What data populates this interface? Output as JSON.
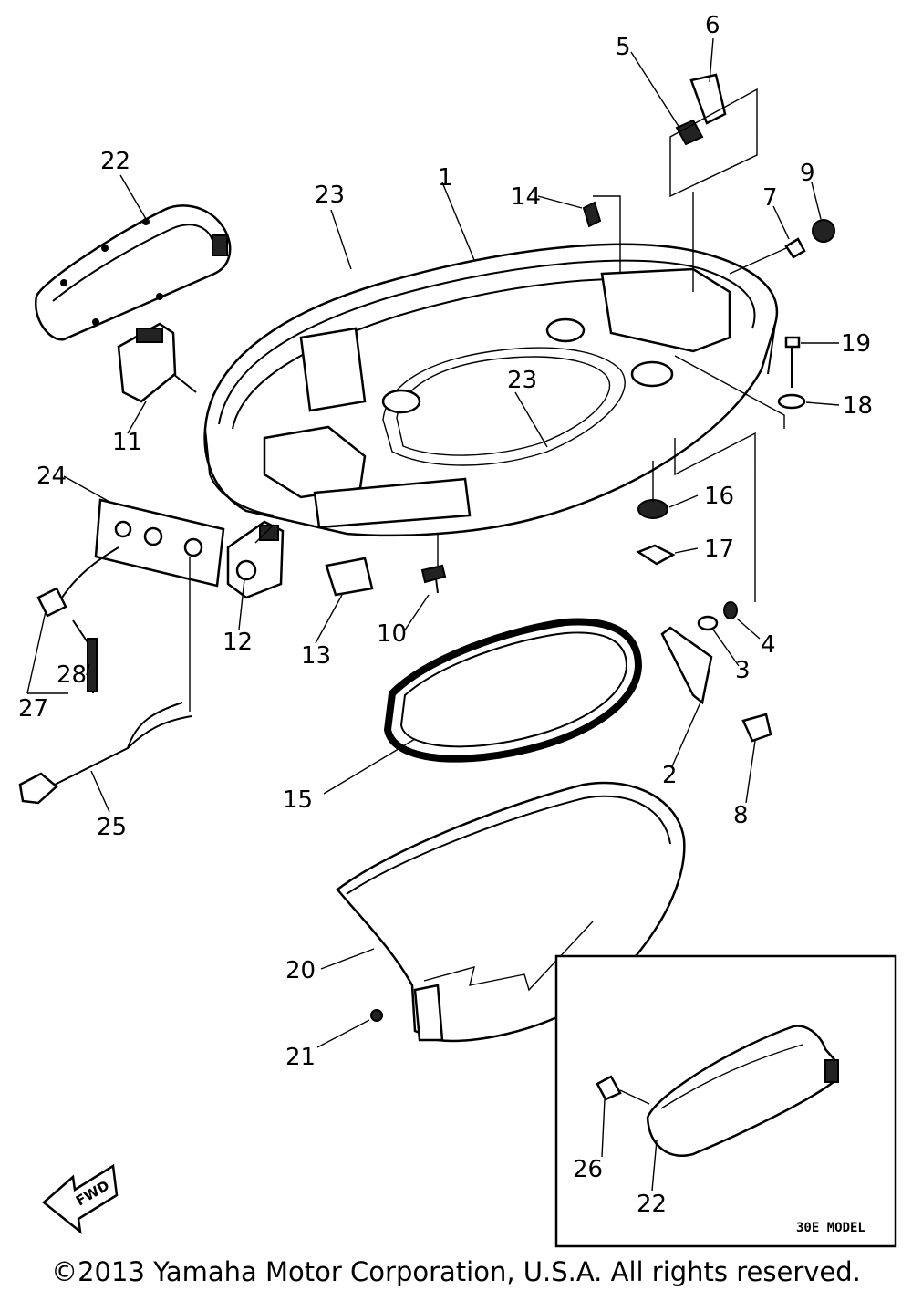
{
  "diagram": {
    "callouts": [
      {
        "id": "c1",
        "text": "1"
      },
      {
        "id": "c2",
        "text": "2"
      },
      {
        "id": "c3",
        "text": "3"
      },
      {
        "id": "c4",
        "text": "4"
      },
      {
        "id": "c5",
        "text": "5"
      },
      {
        "id": "c6",
        "text": "6"
      },
      {
        "id": "c7",
        "text": "7"
      },
      {
        "id": "c8",
        "text": "8"
      },
      {
        "id": "c9",
        "text": "9"
      },
      {
        "id": "c10",
        "text": "10"
      },
      {
        "id": "c11",
        "text": "11"
      },
      {
        "id": "c12",
        "text": "12"
      },
      {
        "id": "c13",
        "text": "13"
      },
      {
        "id": "c14",
        "text": "14"
      },
      {
        "id": "c15",
        "text": "15"
      },
      {
        "id": "c16",
        "text": "16"
      },
      {
        "id": "c17",
        "text": "17"
      },
      {
        "id": "c18",
        "text": "18"
      },
      {
        "id": "c19",
        "text": "19"
      },
      {
        "id": "c20",
        "text": "20"
      },
      {
        "id": "c21",
        "text": "21"
      },
      {
        "id": "c22a",
        "text": "22"
      },
      {
        "id": "c22b",
        "text": "22"
      },
      {
        "id": "c23a",
        "text": "23"
      },
      {
        "id": "c23b",
        "text": "23"
      },
      {
        "id": "c24",
        "text": "24"
      },
      {
        "id": "c25",
        "text": "25"
      },
      {
        "id": "c26",
        "text": "26"
      },
      {
        "id": "c27",
        "text": "27"
      },
      {
        "id": "c28",
        "text": "28"
      }
    ],
    "inset_label": "30E MODEL",
    "fwd_label": "FWD",
    "copyright": "©2013 Yamaha Motor Corporation, U.S.A. All rights reserved."
  }
}
